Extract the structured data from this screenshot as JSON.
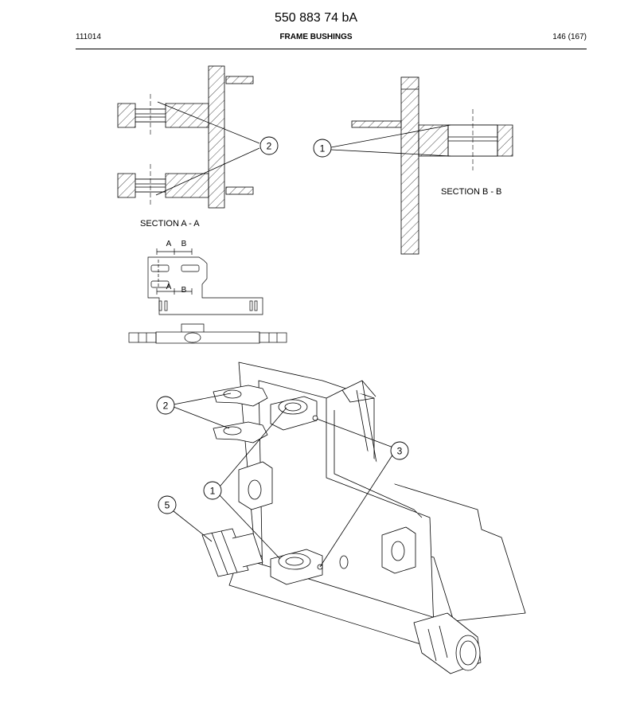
{
  "header": {
    "document_number": "550 883 74 bA",
    "date_code": "111014",
    "title": "FRAME BUSHINGS",
    "page": "146 (167)"
  },
  "sections": {
    "section_a_label": "SECTION A - A",
    "section_b_label": "SECTION B - B"
  },
  "overview": {
    "label_a_top": "A",
    "label_b_top": "B",
    "label_a_bottom": "A",
    "label_b_bottom": "B"
  },
  "callouts": {
    "section_a_callout": "2",
    "section_b_callout": "1",
    "main_callout_2": "2",
    "main_callout_3": "3",
    "main_callout_1": "1",
    "main_callout_5": "5"
  }
}
